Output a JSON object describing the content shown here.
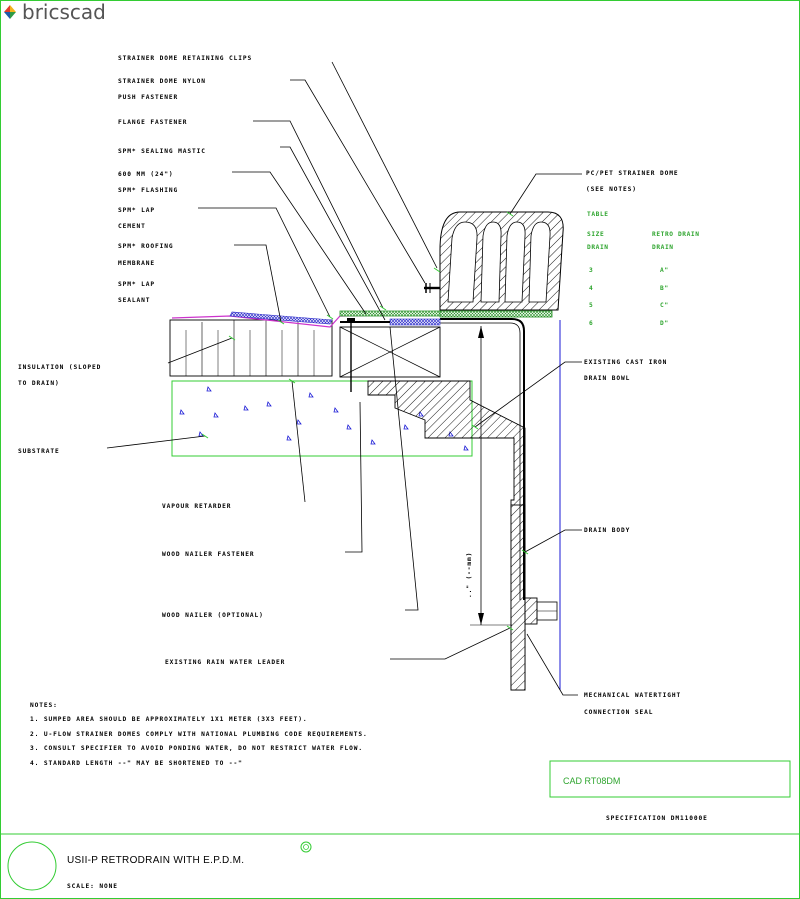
{
  "brand": {
    "name": "bricscad"
  },
  "callouts": {
    "retaining_clips": "STRAINER DOME RETAINING CLIPS",
    "nylon_1": "STRAINER DOME NYLON",
    "nylon_2": "PUSH FASTENER",
    "flange_fastener": "FLANGE FASTENER",
    "sealing_mastic": "SPM* SEALING MASTIC",
    "flashing_1": "600 MM (24\")",
    "flashing_2": "SPM* FLASHING",
    "lap_cement_1": "SPM* LAP",
    "lap_cement_2": "CEMENT",
    "roofing_1": "SPM* ROOFING",
    "roofing_2": "MEMBRANE",
    "lap_sealant_1": "SPM* LAP",
    "lap_sealant_2": "SEALANT",
    "insulation_1": "INSULATION (SLOPED",
    "insulation_2": "TO DRAIN)",
    "substrate": "SUBSTRATE",
    "vapour_retarder": "VAPOUR RETARDER",
    "wood_nailer_fastener": "WOOD NAILER FASTENER",
    "wood_nailer": "WOOD NAILER (OPTIONAL)",
    "rain_water_leader": "EXISTING RAIN WATER LEADER",
    "strainer_dome_1": "PC/PET STRAINER DOME",
    "strainer_dome_2": "(SEE NOTES)",
    "cast_iron_1": "EXISTING CAST IRON",
    "cast_iron_2": "DRAIN BOWL",
    "drain_body": "DRAIN BODY",
    "seal_1": "MECHANICAL WATERTIGHT",
    "seal_2": "CONNECTION SEAL",
    "dimension": "..\" (--mm)"
  },
  "table": {
    "title": "TABLE",
    "headers": [
      "SIZE",
      "RETRO DRAIN"
    ],
    "subheaders": [
      "DRAIN",
      "DRAIN"
    ],
    "rows": [
      [
        "3",
        "A\""
      ],
      [
        "4",
        "B\""
      ],
      [
        "5",
        "C\""
      ],
      [
        "6",
        "D\""
      ]
    ]
  },
  "notes": {
    "heading": "NOTES:",
    "items": [
      "1. SUMPED AREA SHOULD BE APPROXIMATELY 1X1 METER (3X3 FEET).",
      "2. U-FLOW STRAINER DOMES COMPLY WITH NATIONAL PLUMBING CODE REQUIREMENTS.",
      "3. CONSULT SPECIFIER TO AVOID PONDING WATER, DO NOT RESTRICT WATER FLOW.",
      "4. STANDARD LENGTH --\" MAY BE SHORTENED TO --\""
    ]
  },
  "reference": {
    "code": "CAD RT08DM"
  },
  "specification": "SPECIFICATION DM11000E",
  "title_block": {
    "title": "USII-P RETRODRAIN WITH E.P.D.M.",
    "scale": "SCALE: NONE"
  },
  "colors": {
    "frame": "#33cc33",
    "label_green": "#2fa52f",
    "membrane": "#cc33cc",
    "mastic": "#3333cc",
    "axis": "#1a1ad6"
  }
}
